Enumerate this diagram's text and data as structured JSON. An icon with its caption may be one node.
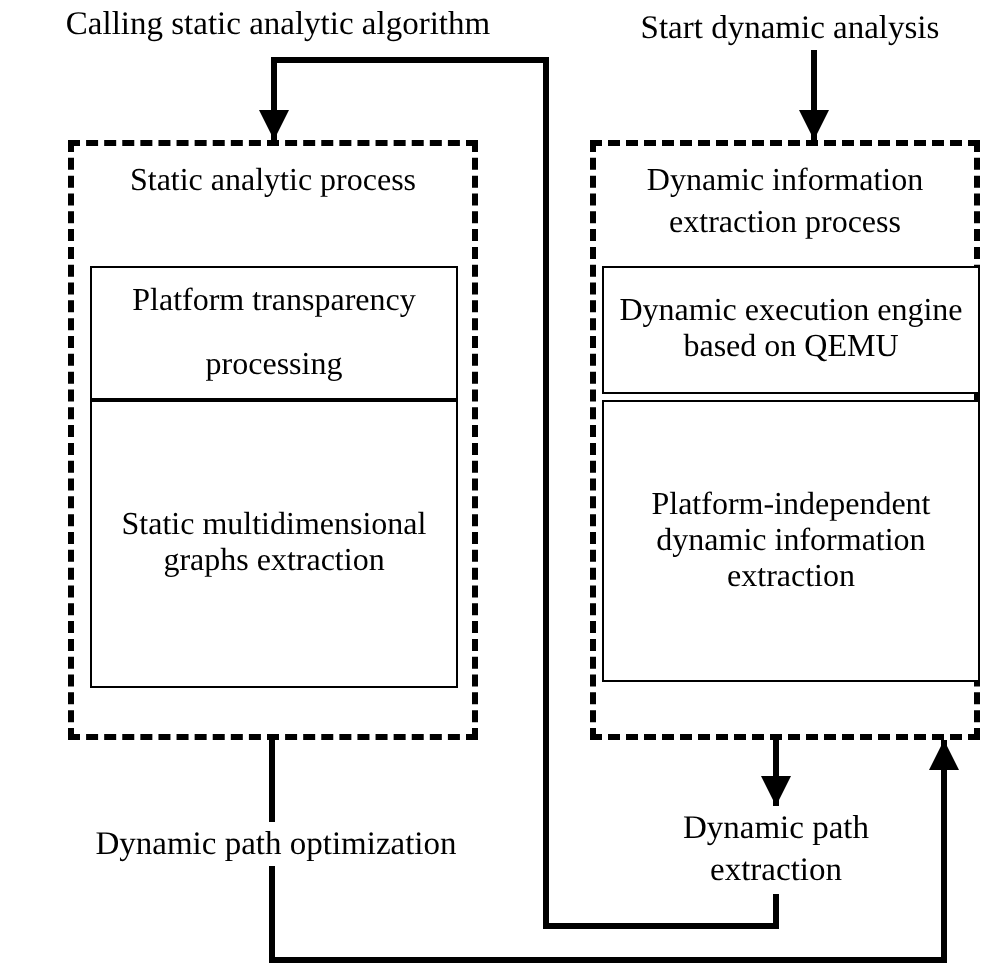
{
  "diagram": {
    "nodes": [
      {
        "text": [
          "Start dynamic analysis"
        ]
      },
      {
        "text": [
          "Static analytic process"
        ]
      },
      {
        "text": [
          "Platform transparency processing"
        ],
        "in": 1
      },
      {
        "text": [
          "Static multidimensional graphs extraction"
        ],
        "in": 1
      },
      {
        "text": [
          "Dynamic information extraction process"
        ]
      },
      {
        "text": [
          "Dynamic execution engine based on QEMU"
        ],
        "in": 4
      },
      {
        "text": [
          "Platform-independent dynamic information extraction"
        ],
        "in": 4
      },
      {
        "text": [
          "Dynamic path optimization"
        ]
      },
      {
        "text": [
          "Dynamic path extraction"
        ]
      }
    ],
    "edges": [
      {
        "from": 0,
        "to": 4,
        "arrow": "to"
      },
      {
        "from": 4,
        "to": 8,
        "arrow": "to"
      },
      {
        "from": 8,
        "to": 1,
        "arrow": "to",
        "label": "Calling static analytic algorithm"
      },
      {
        "from": 1,
        "to": 7,
        "arrow": "none"
      },
      {
        "from": 7,
        "to": 4,
        "arrow": "to"
      }
    ]
  }
}
